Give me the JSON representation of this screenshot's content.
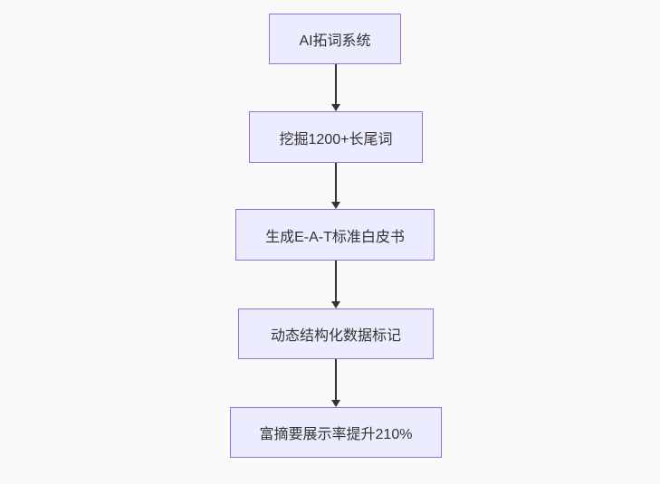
{
  "diagram": {
    "type": "flowchart",
    "direction": "top-down",
    "nodes": [
      {
        "id": "A",
        "label": "AI拓词系统"
      },
      {
        "id": "B",
        "label": "挖掘1200+长尾词"
      },
      {
        "id": "C",
        "label": "生成E-A-T标准白皮书"
      },
      {
        "id": "D",
        "label": "动态结构化数据标记"
      },
      {
        "id": "E",
        "label": "富摘要展示率提升210%"
      }
    ],
    "edges": [
      {
        "from": "A",
        "to": "B"
      },
      {
        "from": "B",
        "to": "C"
      },
      {
        "from": "C",
        "to": "D"
      },
      {
        "from": "D",
        "to": "E"
      }
    ],
    "colors": {
      "node_fill": "#ECECFF",
      "node_border": "#9370DB",
      "edge_line": "#333333",
      "text": "#333333",
      "background": "#FAFAFA"
    }
  }
}
